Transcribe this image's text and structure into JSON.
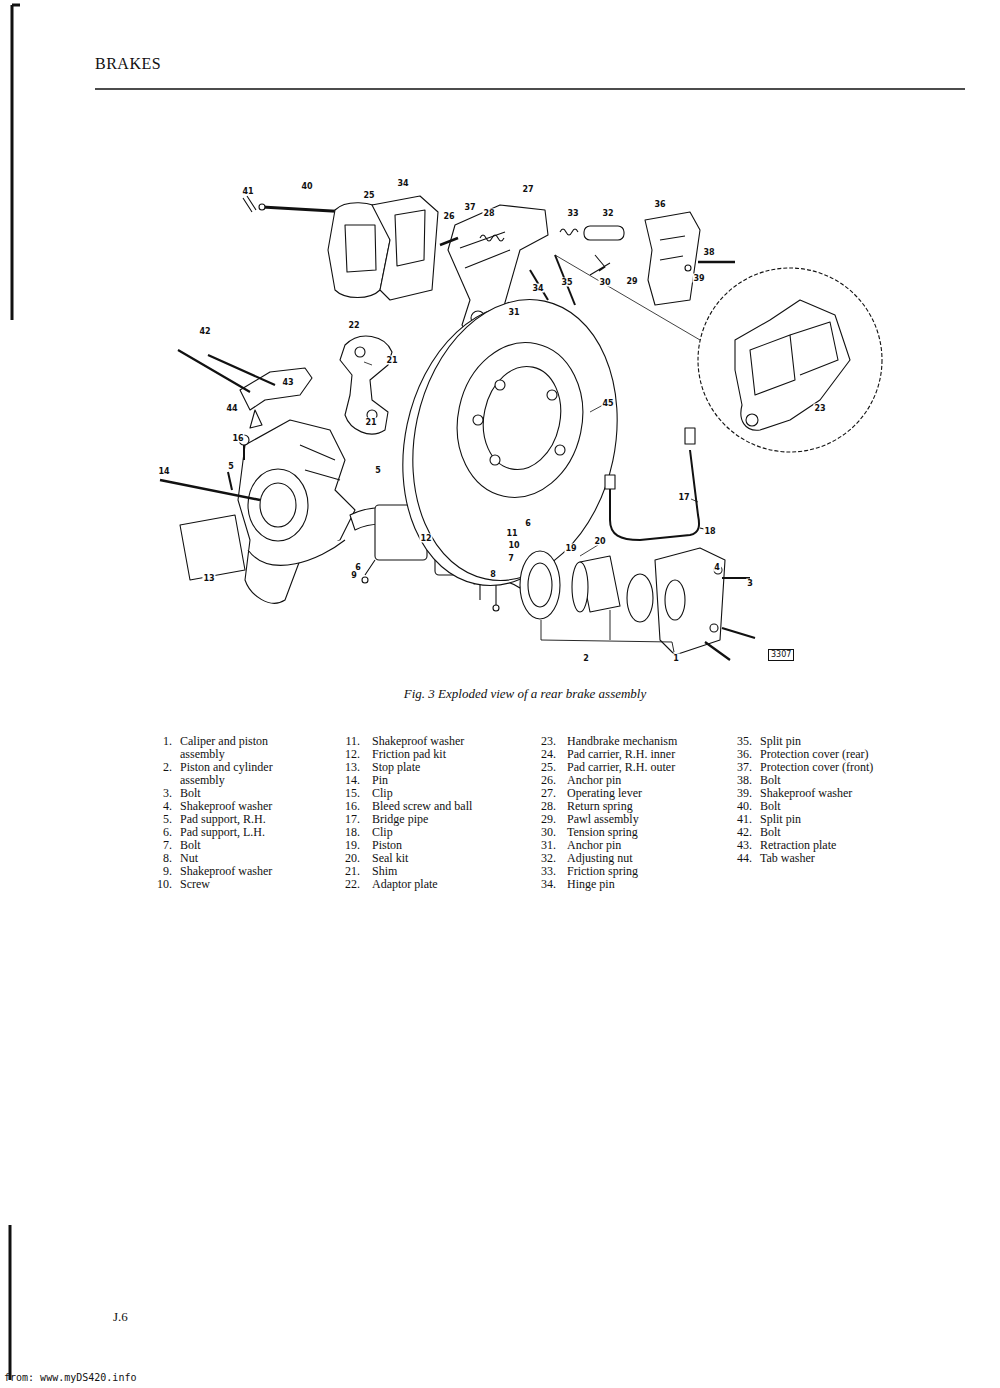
{
  "diagram": {
    "title": "BRAKES",
    "caption": "Fig. 3 Exploded view of a rear brake assembly",
    "labels": [
      "41",
      "40",
      "25",
      "34",
      "27",
      "26",
      "37",
      "28",
      "33",
      "32",
      "36",
      "38",
      "39",
      "29",
      "30",
      "35",
      "34",
      "31",
      "22",
      "42",
      "21",
      "43",
      "44",
      "16",
      "21",
      "45",
      "23",
      "14",
      "5",
      "5",
      "13",
      "12",
      "6",
      "6",
      "11",
      "10",
      "9",
      "7",
      "8",
      "20",
      "19",
      "17",
      "18",
      "4",
      "3",
      "2",
      "1",
      "1.",
      "Caliper and piston assembly",
      "2.",
      "Piston and cylinder assembly",
      "3.",
      "Bolt",
      "4.",
      "Shakeproof washer",
      "5.",
      "Pad support, R.H.",
      "6.",
      "Pad support, L.H.",
      "7.",
      "Bolt",
      "8.",
      "Nut",
      "9.",
      "Shakeproof washer",
      "10.",
      "Screw",
      "11.",
      "Shakeproof washer",
      "12.",
      "Friction pad kit",
      "13.",
      "Stop plate",
      "14.",
      "Pin",
      "15.",
      "Clip",
      "16.",
      "Bleed screw and ball",
      "17.",
      "Bridge pipe",
      "18.",
      "Clip",
      "19.",
      "Piston",
      "20.",
      "Seal kit",
      "21.",
      "Shim",
      "22.",
      "Adaptor plate",
      "23.",
      "Handbrake mechanism",
      "24.",
      "Pad carrier, R.H. inner",
      "25.",
      "Pad carrier, R.H. outer",
      "26.",
      "Anchor pin",
      "27.",
      "Operating lever",
      "28.",
      "Return spring",
      "29.",
      "Pawl assembly",
      "30.",
      "Tension spring",
      "31.",
      "Anchor pin",
      "32.",
      "Adjusting nut",
      "33.",
      "Friction spring",
      "34.",
      "Hinge pin",
      "35.",
      "Split pin",
      "36.",
      "Protection cover (rear)",
      "37.",
      "Protection cover (front)",
      "38.",
      "Bolt",
      "39.",
      "Shakeproof washer",
      "40.",
      "Bolt",
      "41.",
      "Split pin",
      "42.",
      "Bolt",
      "43.",
      "Retraction plate",
      "44.",
      "Tab washer",
      "3307",
      "J.6",
      "from: www.myDS420.info"
    ]
  }
}
